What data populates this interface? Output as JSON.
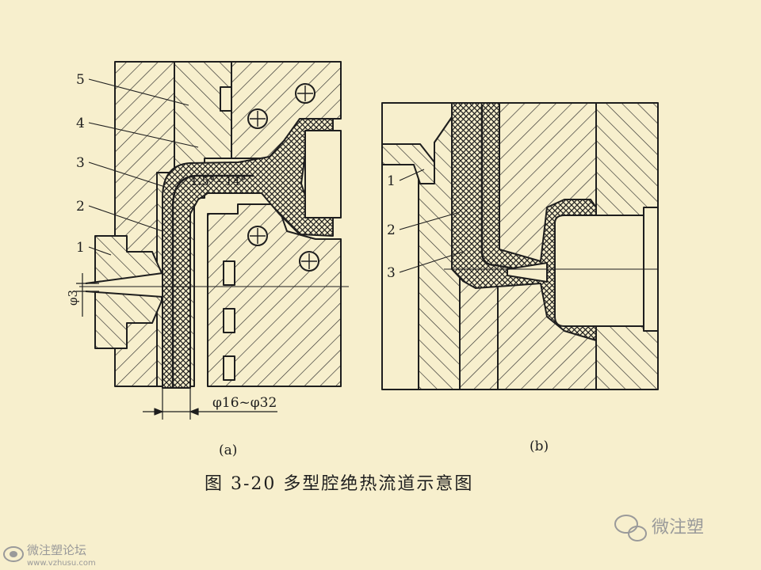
{
  "figure": {
    "caption": "图 3-20   多型腔绝热流道示意图",
    "panel_a": {
      "label": "(a)",
      "callouts": [
        "5",
        "4",
        "3",
        "2",
        "1"
      ],
      "angle_note": "1.5°~14°",
      "diameter_note": "φ16~φ32",
      "small_dim": "φ3"
    },
    "panel_b": {
      "label": "(b)",
      "callouts": [
        "1",
        "2",
        "3"
      ]
    }
  },
  "watermark": {
    "forum_name": "微注塑论坛",
    "forum_url": "www.vzhusu.com",
    "brand": "微注塑"
  },
  "colors": {
    "background": "#f7efcd",
    "ink": "#1e1e1e",
    "watermark": "#9a9a9a"
  }
}
